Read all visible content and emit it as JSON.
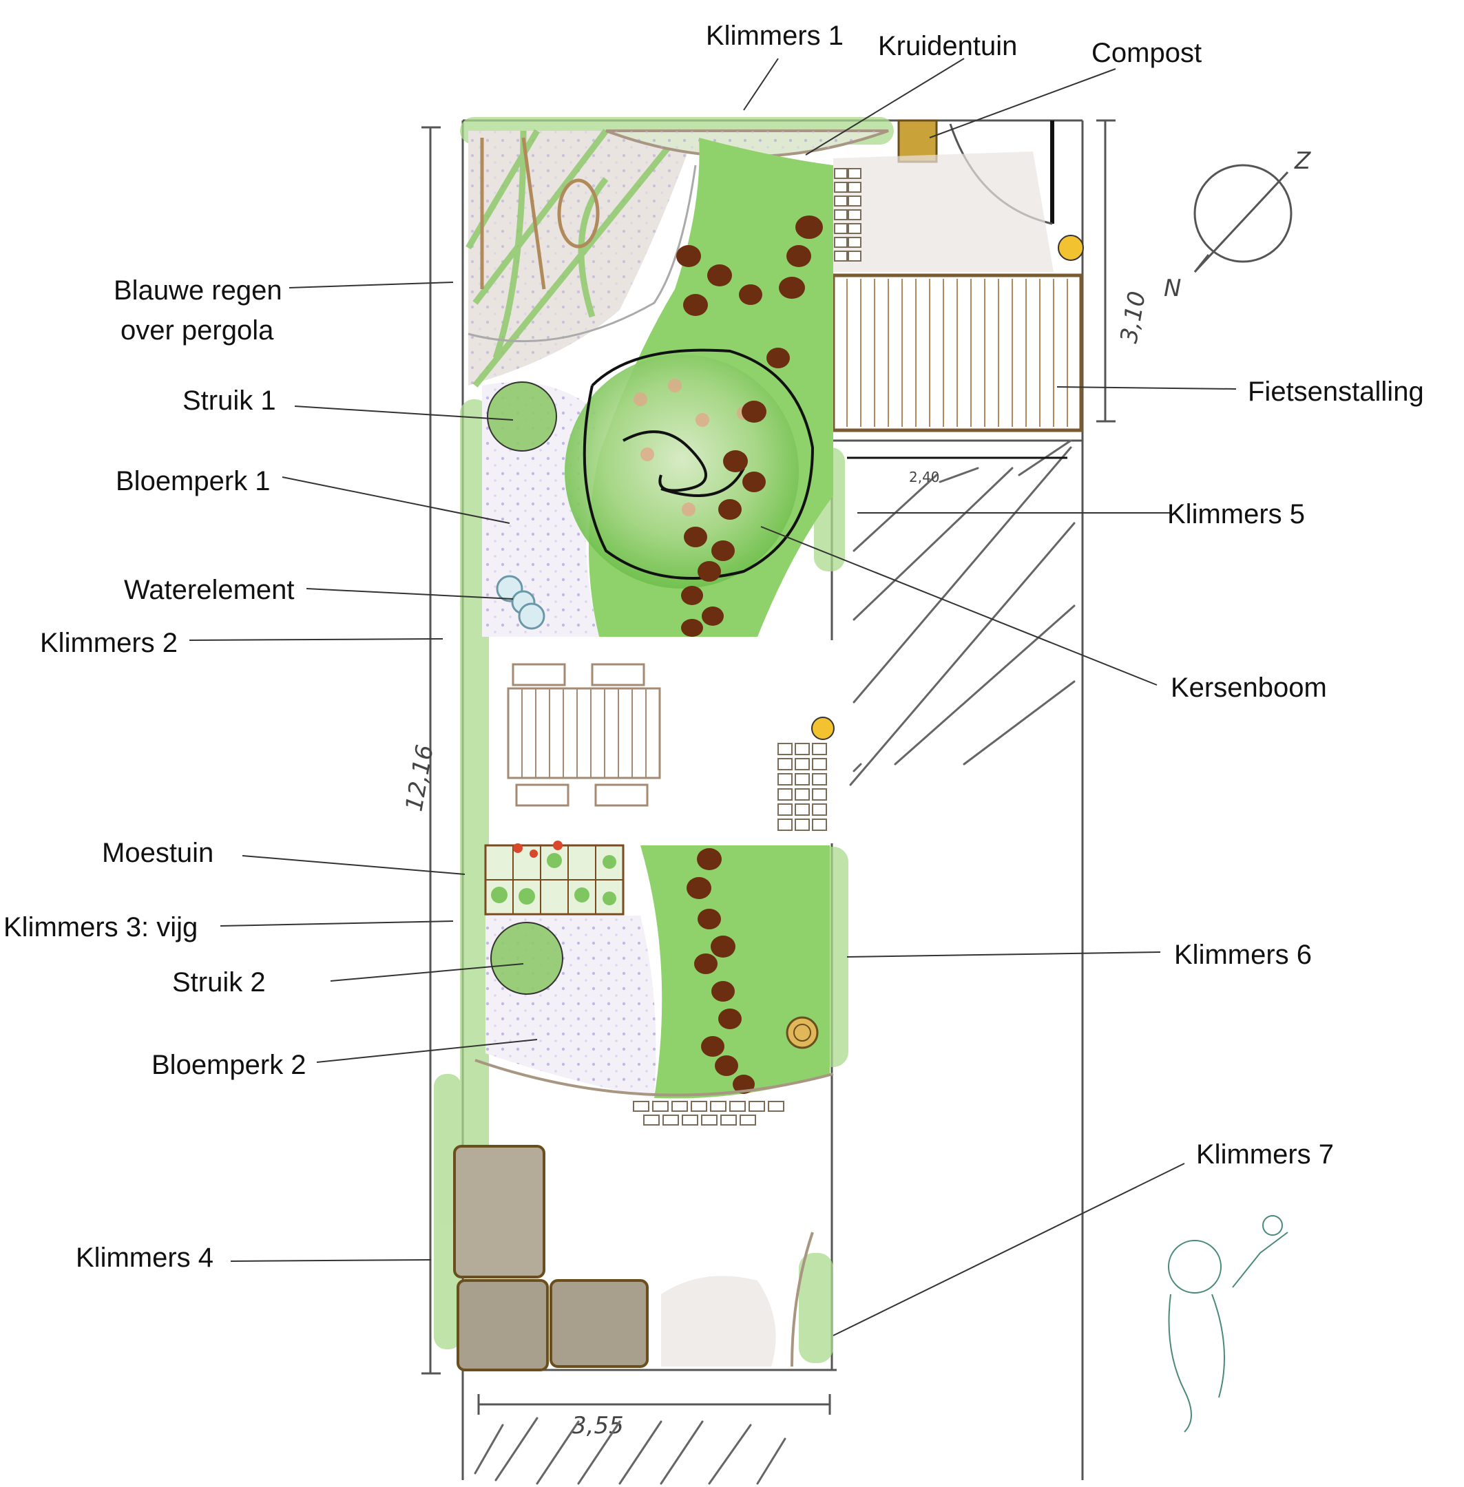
{
  "labels": {
    "klimmers_1": "Klimmers 1",
    "kruidentuin": "Kruidentuin",
    "compost": "Compost",
    "blauwe_regen_line1": "Blauwe regen",
    "blauwe_regen_line2": "over pergola",
    "struik_1": "Struik 1",
    "bloemperk_1": "Bloemperk 1",
    "waterelement": "Waterelement",
    "klimmers_2": "Klimmers 2",
    "fietsenstalling": "Fietsenstalling",
    "klimmers_5": "Klimmers 5",
    "kersenboom": "Kersenboom",
    "moestuin": "Moestuin",
    "klimmers_3": "Klimmers 3: vijg",
    "struik_2": "Struik 2",
    "bloemperk_2": "Bloemperk 2",
    "klimmers_6": "Klimmers 6",
    "klimmers_7": "Klimmers 7",
    "klimmers_4": "Klimmers 4"
  },
  "dimensions": {
    "length": "12,16",
    "width": "3,55",
    "shed_depth": "3,10",
    "side_width": "2,40"
  },
  "compass": {
    "north": "N",
    "south": "Z"
  },
  "colors": {
    "lawn": "#8fd16b",
    "lawn_light": "#b9e39a",
    "hedge": "#a9d98b",
    "paving": "#e9e4df",
    "stepping_stone": "#6b2e10",
    "wood": "#b08a5a",
    "compost": "#c9a23a",
    "lavender": "#9b8fd9"
  },
  "signature_icon": "gardener-signature-icon"
}
